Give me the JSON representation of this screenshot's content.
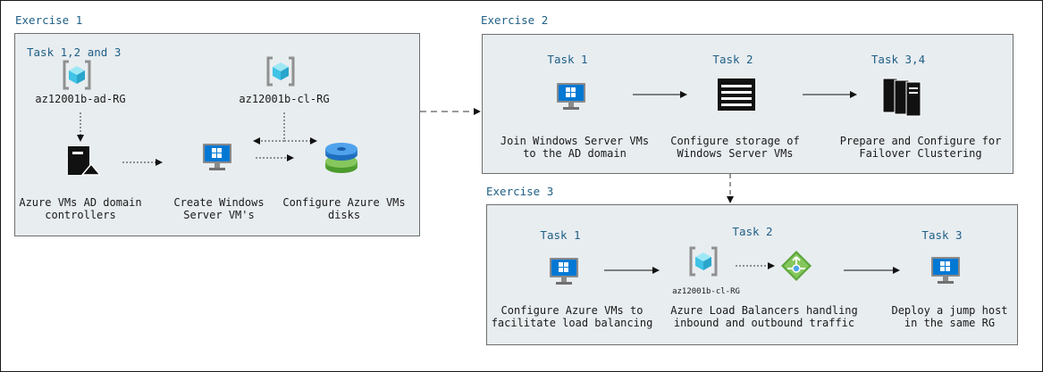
{
  "exercise1": {
    "title": "Exercise 1",
    "group_label": "Task 1,2 and 3",
    "rg_ad": "az12001b-ad-RG",
    "rg_cl": "az12001b-cl-RG",
    "dc_label": "Azure VMs AD domain\ncontrollers",
    "vm_label": "Create Windows\nServer VM's",
    "disk_label": "Configure Azure VMs\ndisks"
  },
  "exercise2": {
    "title": "Exercise 2",
    "task1": {
      "title": "Task 1",
      "label": "Join Windows Server VMs\nto the AD domain"
    },
    "task2": {
      "title": "Task 2",
      "label": "Configure storage of\nWindows Server VMs"
    },
    "task3": {
      "title": "Task 3,4",
      "label": "Prepare and Configure for\nFailover Clustering"
    }
  },
  "exercise3": {
    "title": "Exercise 3",
    "task1": {
      "title": "Task 1",
      "label": "Configure Azure VMs to\nfacilitate load balancing"
    },
    "task2": {
      "title": "Task 2",
      "rg": "az12001b-cl-RG",
      "label": "Azure Load Balancers handling\ninbound and outbound traffic"
    },
    "task3": {
      "title": "Task 3",
      "label": "Deploy a jump host\nin the same RG"
    }
  },
  "colors": {
    "header_text": "#1f5f86",
    "box_fill": "#e8edf0",
    "box_border": "#6e6e6e",
    "vm_blue": "#0078d4",
    "rg_cube": "#3fc3e6",
    "lb_green": "#5ba63b"
  },
  "icons": [
    "resource-group-icon",
    "domain-controller-icon",
    "virtual-machine-icon",
    "managed-disk-icon",
    "storage-icon",
    "server-cluster-icon",
    "load-balancer-icon"
  ]
}
